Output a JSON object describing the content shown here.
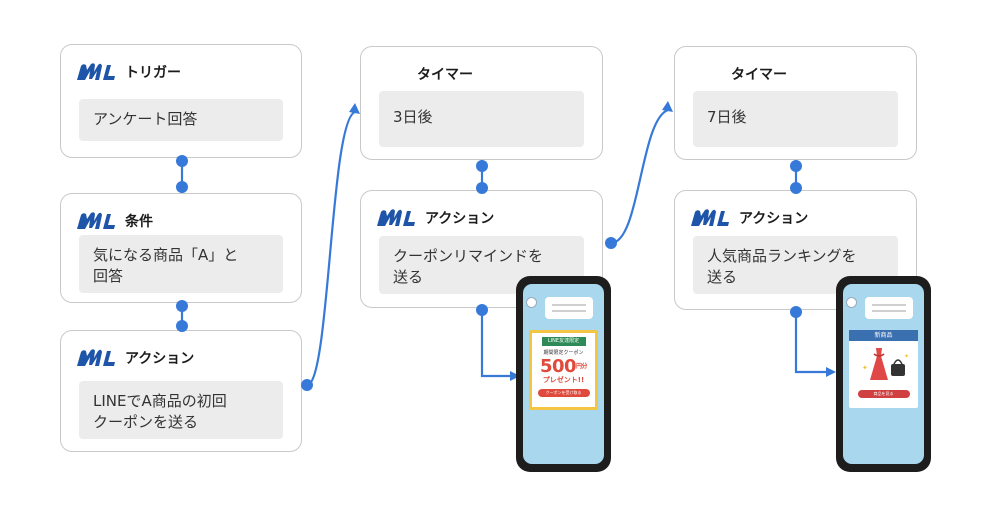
{
  "colors": {
    "accent": "#3779d8",
    "border": "#c9c9c9",
    "inner_bg": "#ececec",
    "logo": "#1f55a8"
  },
  "flow1": {
    "trigger": {
      "title": "トリガー",
      "lines": [
        "アンケート回答"
      ]
    },
    "condition": {
      "title": "条件",
      "lines": [
        "気になる商品「A」と",
        "回答"
      ]
    },
    "action": {
      "title": "アクション",
      "lines": [
        "LINEでA商品の初回",
        "クーポンを送る"
      ]
    }
  },
  "flow2": {
    "timer": {
      "title": "タイマー",
      "lines": [
        "3日後"
      ]
    },
    "action": {
      "title": "アクション",
      "lines": [
        "クーポンリマインドを",
        "送る"
      ]
    },
    "phone": {
      "tag": "LINE友達限定",
      "subtitle": "期間限定クーポン",
      "amount": "500",
      "unit": "円分",
      "present": "プレゼント!!",
      "button": "クーポンを受け取る"
    }
  },
  "flow3": {
    "timer": {
      "title": "タイマー",
      "lines": [
        "7日後"
      ]
    },
    "action": {
      "title": "アクション",
      "lines": [
        "人気商品ランキングを",
        "送る"
      ]
    },
    "phone": {
      "band": "新商品",
      "button": "商品を見る"
    }
  }
}
